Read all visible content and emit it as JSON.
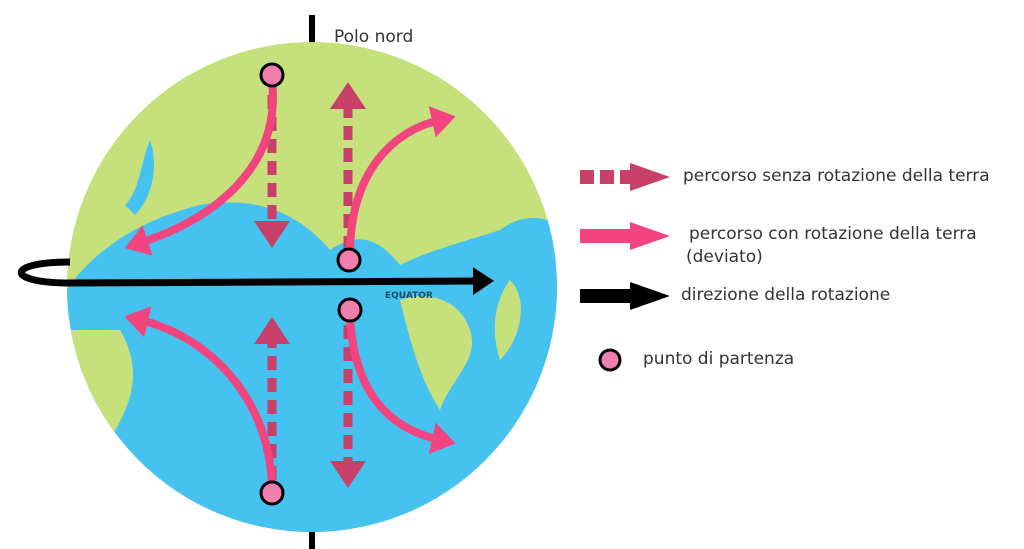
{
  "labels": {
    "north_pole": "Polo nord",
    "equator": "EQUATOR"
  },
  "legend": [
    {
      "icon": "dashed-arrow",
      "label": "percorso senza rotazione della terra"
    },
    {
      "icon": "solid-pink-arrow",
      "label": "percorso con rotazione della terra",
      "label2": "(deviato)"
    },
    {
      "icon": "black-arrow",
      "label": "direzione della rotazione"
    },
    {
      "icon": "start-dot",
      "label": "punto di partenza"
    }
  ],
  "colors": {
    "land": "#c6e07c",
    "ocean": "#45c2ef",
    "dashed": "#c8406a",
    "deflected": "#f2457f",
    "dot": "#f07fae"
  }
}
